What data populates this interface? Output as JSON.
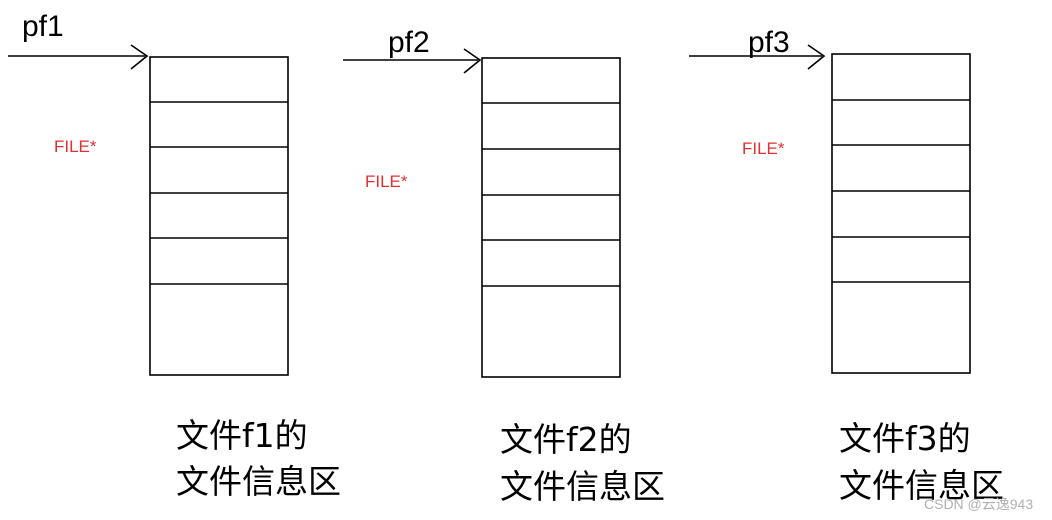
{
  "colors": {
    "line": "#000000",
    "type_label": "#e03030",
    "watermark": "#b0b0b0"
  },
  "diagram": {
    "groups": [
      {
        "pointer": "pf1",
        "type_label": "FILE*",
        "caption_line1": "文件f1的",
        "caption_line2": "文件信息区",
        "cells": 6
      },
      {
        "pointer": "pf2",
        "type_label": "FILE*",
        "caption_line1": "文件f2的",
        "caption_line2": "文件信息区",
        "cells": 6
      },
      {
        "pointer": "pf3",
        "type_label": "FILE*",
        "caption_line1": "文件f3的",
        "caption_line2": "文件信息区",
        "cells": 6
      }
    ]
  },
  "watermark": "CSDN @云逸943"
}
